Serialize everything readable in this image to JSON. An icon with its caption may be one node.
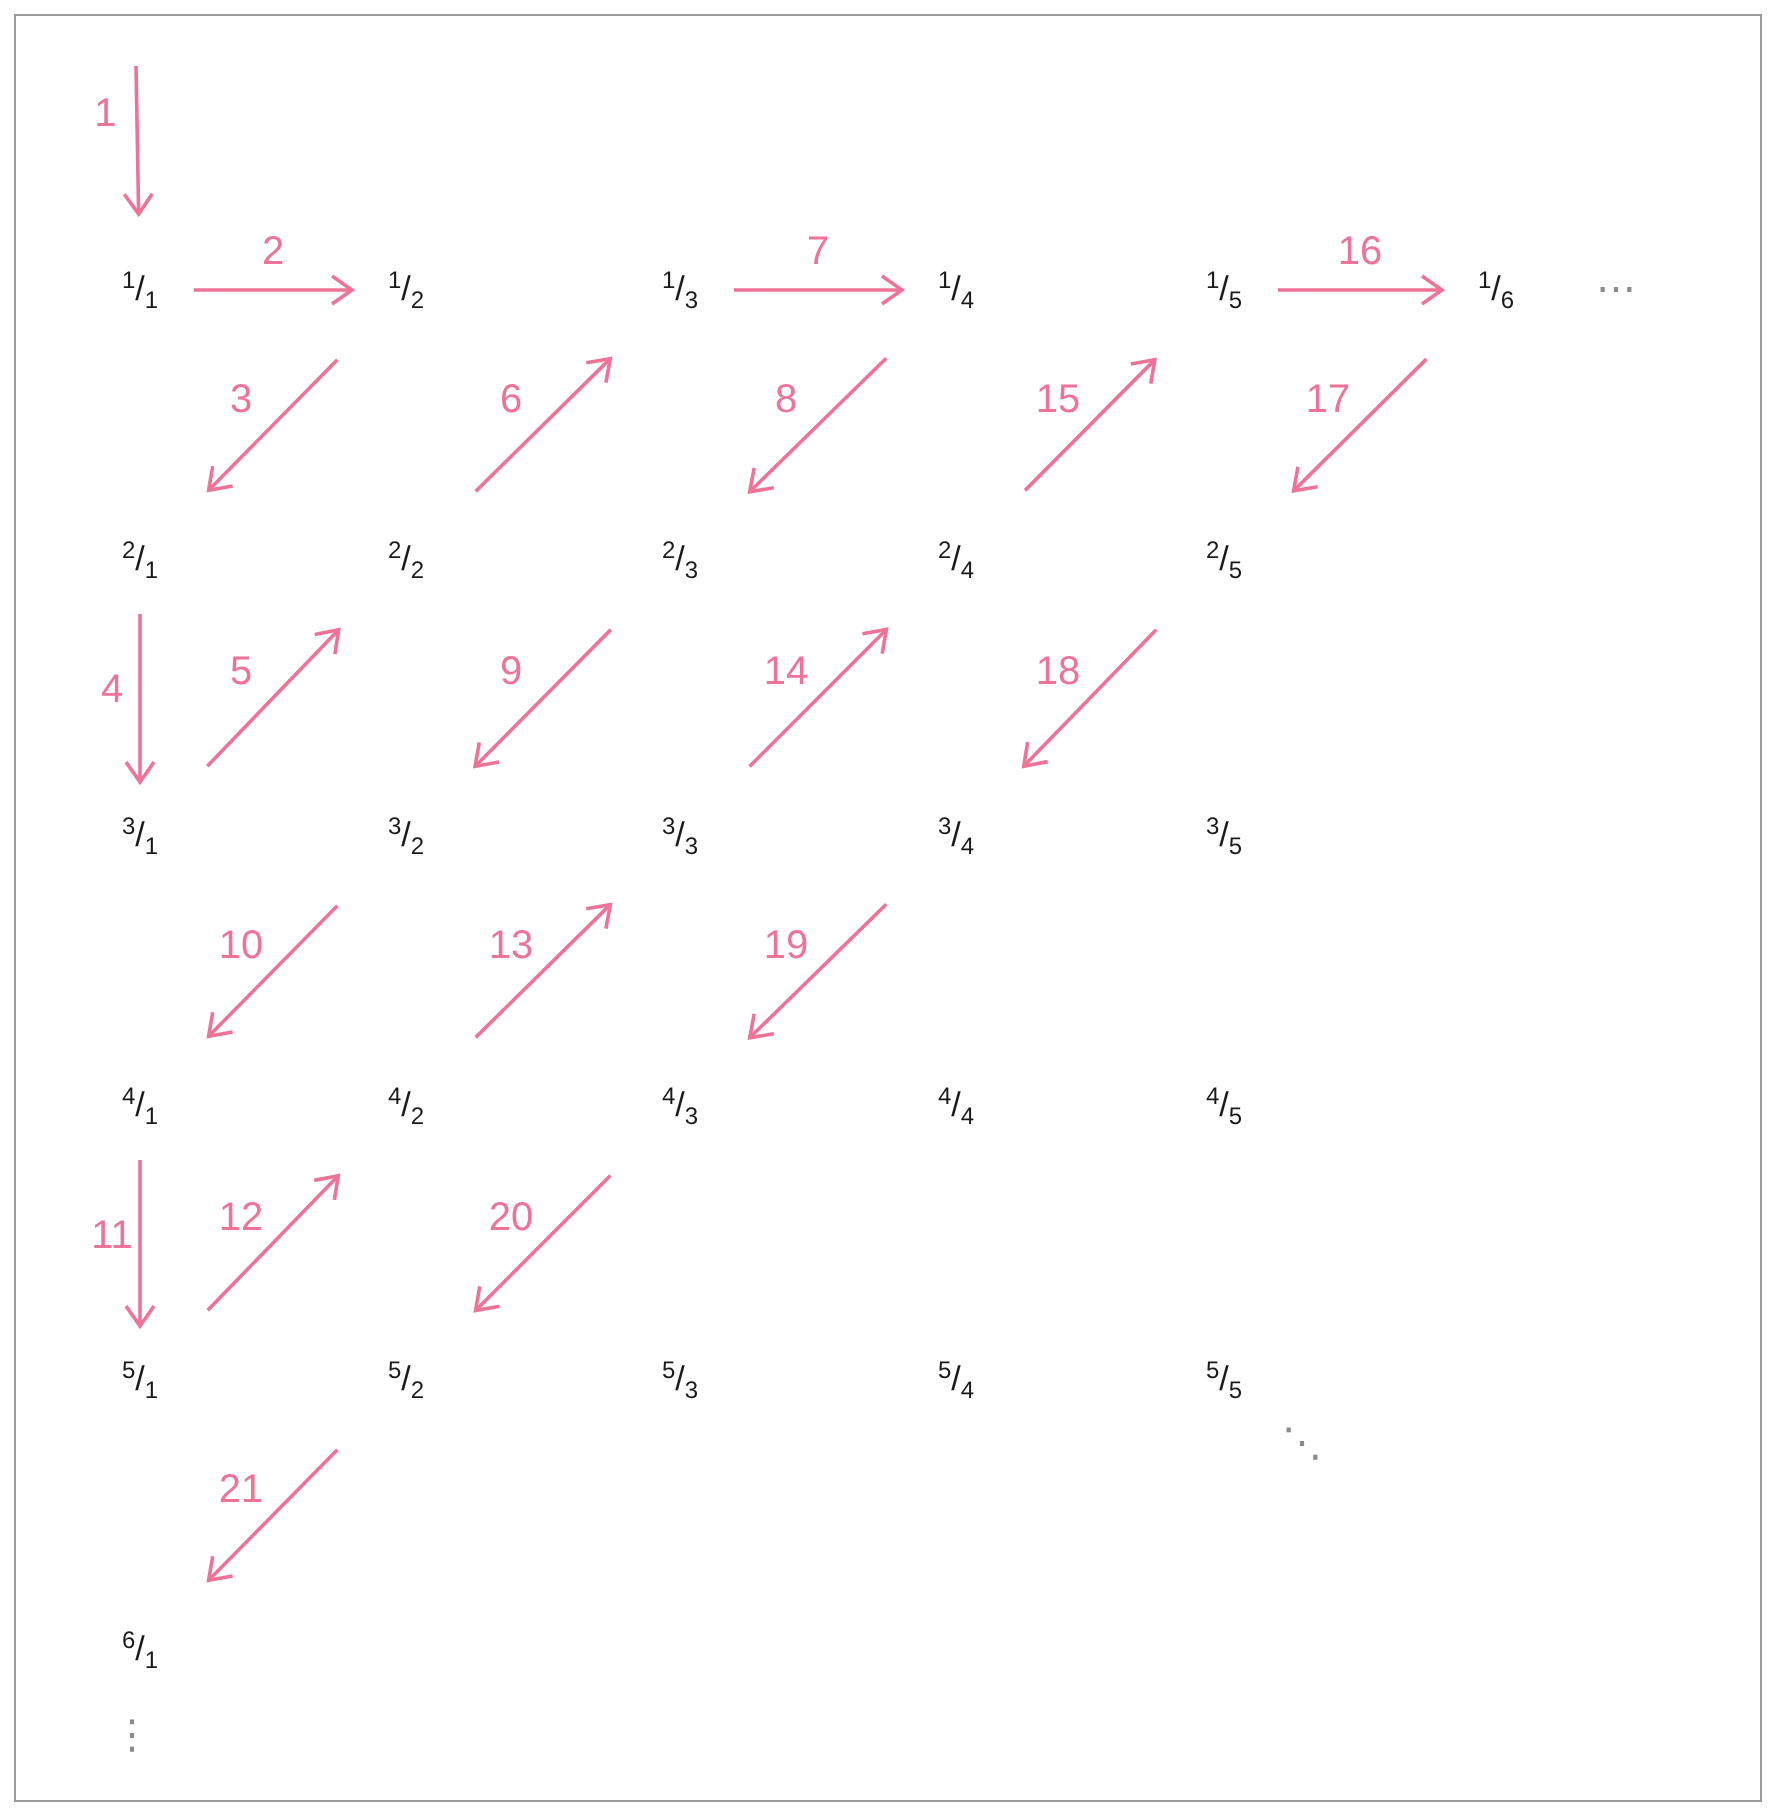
{
  "diagram": {
    "nodes": [
      {
        "text": [
          "$^{1}$/$_{1}$"
        ]
      },
      {
        "text": [
          "$^{1}$/$_{2}$"
        ]
      },
      {
        "text": [
          "$^{1}$/$_{3}$"
        ]
      },
      {
        "text": [
          "$^{1}$/$_{4}$"
        ]
      },
      {
        "text": [
          "$^{1}$/$_{5}$"
        ]
      },
      {
        "text": [
          "$^{1}$/$_{6}$"
        ]
      },
      {
        "text": [
          "$^{2}$/$_{1}$"
        ]
      },
      {
        "text": [
          "$^{2}$/$_{2}$"
        ]
      },
      {
        "text": [
          "$^{2}$/$_{3}$"
        ]
      },
      {
        "text": [
          "$^{2}$/$_{4}$"
        ]
      },
      {
        "text": [
          "$^{2}$/$_{5}$"
        ]
      },
      {
        "text": [
          "$^{3}$/$_{1}$"
        ]
      },
      {
        "text": [
          "$^{3}$/$_{2}$"
        ]
      },
      {
        "text": [
          "$^{3}$/$_{3}$"
        ]
      },
      {
        "text": [
          "$^{3}$/$_{4}$"
        ]
      },
      {
        "text": [
          "$^{3}$/$_{5}$"
        ]
      },
      {
        "text": [
          "$^{4}$/$_{1}$"
        ]
      },
      {
        "text": [
          "$^{4}$/$_{2}$"
        ]
      },
      {
        "text": [
          "$^{4}$/$_{3}$"
        ]
      },
      {
        "text": [
          "$^{4}$/$_{4}$"
        ]
      },
      {
        "text": [
          "$^{4}$/$_{5}$"
        ]
      },
      {
        "text": [
          "$^{5}$/$_{1}$"
        ]
      },
      {
        "text": [
          "$^{5}$/$_{2}$"
        ]
      },
      {
        "text": [
          "$^{5}$/$_{3}$"
        ]
      },
      {
        "text": [
          "$^{5}$/$_{4}$"
        ]
      },
      {
        "text": [
          "$^{5}$/$_{5}$"
        ]
      },
      {
        "text": [
          "$^{6}$/$_{1}$"
        ]
      }
    ],
    "edges": [
      {
        "from": null,
        "to": 0,
        "arrow": "to",
        "label": "1"
      },
      {
        "from": 0,
        "to": 1,
        "arrow": "to",
        "label": "2"
      },
      {
        "from": 1,
        "to": 6,
        "arrow": "to",
        "label": "3"
      },
      {
        "from": 6,
        "to": 11,
        "arrow": "to",
        "label": "4"
      },
      {
        "from": 11,
        "to": 7,
        "arrow": "to",
        "label": "5"
      },
      {
        "from": 7,
        "to": 2,
        "arrow": "to",
        "label": "6"
      },
      {
        "from": 2,
        "to": 3,
        "arrow": "to",
        "label": "7"
      },
      {
        "from": 3,
        "to": 8,
        "arrow": "to",
        "label": "8"
      },
      {
        "from": 8,
        "to": 12,
        "arrow": "to",
        "label": "9"
      },
      {
        "from": 12,
        "to": 16,
        "arrow": "to",
        "label": "10"
      },
      {
        "from": 16,
        "to": 21,
        "arrow": "to",
        "label": "11"
      },
      {
        "from": 21,
        "to": 17,
        "arrow": "to",
        "label": "12"
      },
      {
        "from": 17,
        "to": 13,
        "arrow": "to",
        "label": "13"
      },
      {
        "from": 13,
        "to": 9,
        "arrow": "to",
        "label": "14"
      },
      {
        "from": 9,
        "to": 4,
        "arrow": "to",
        "label": "15"
      },
      {
        "from": 4,
        "to": 5,
        "arrow": "to",
        "label": "16"
      },
      {
        "from": 5,
        "to": 10,
        "arrow": "to",
        "label": "17"
      },
      {
        "from": 10,
        "to": 14,
        "arrow": "to",
        "label": "18"
      },
      {
        "from": 14,
        "to": 18,
        "arrow": "to",
        "label": "19"
      },
      {
        "from": 18,
        "to": 22,
        "arrow": "to",
        "label": "20"
      },
      {
        "from": 22,
        "to": 26,
        "arrow": "to",
        "label": "21"
      }
    ],
    "labels": [
      "⋯",
      "⋱",
      "⋮"
    ]
  }
}
